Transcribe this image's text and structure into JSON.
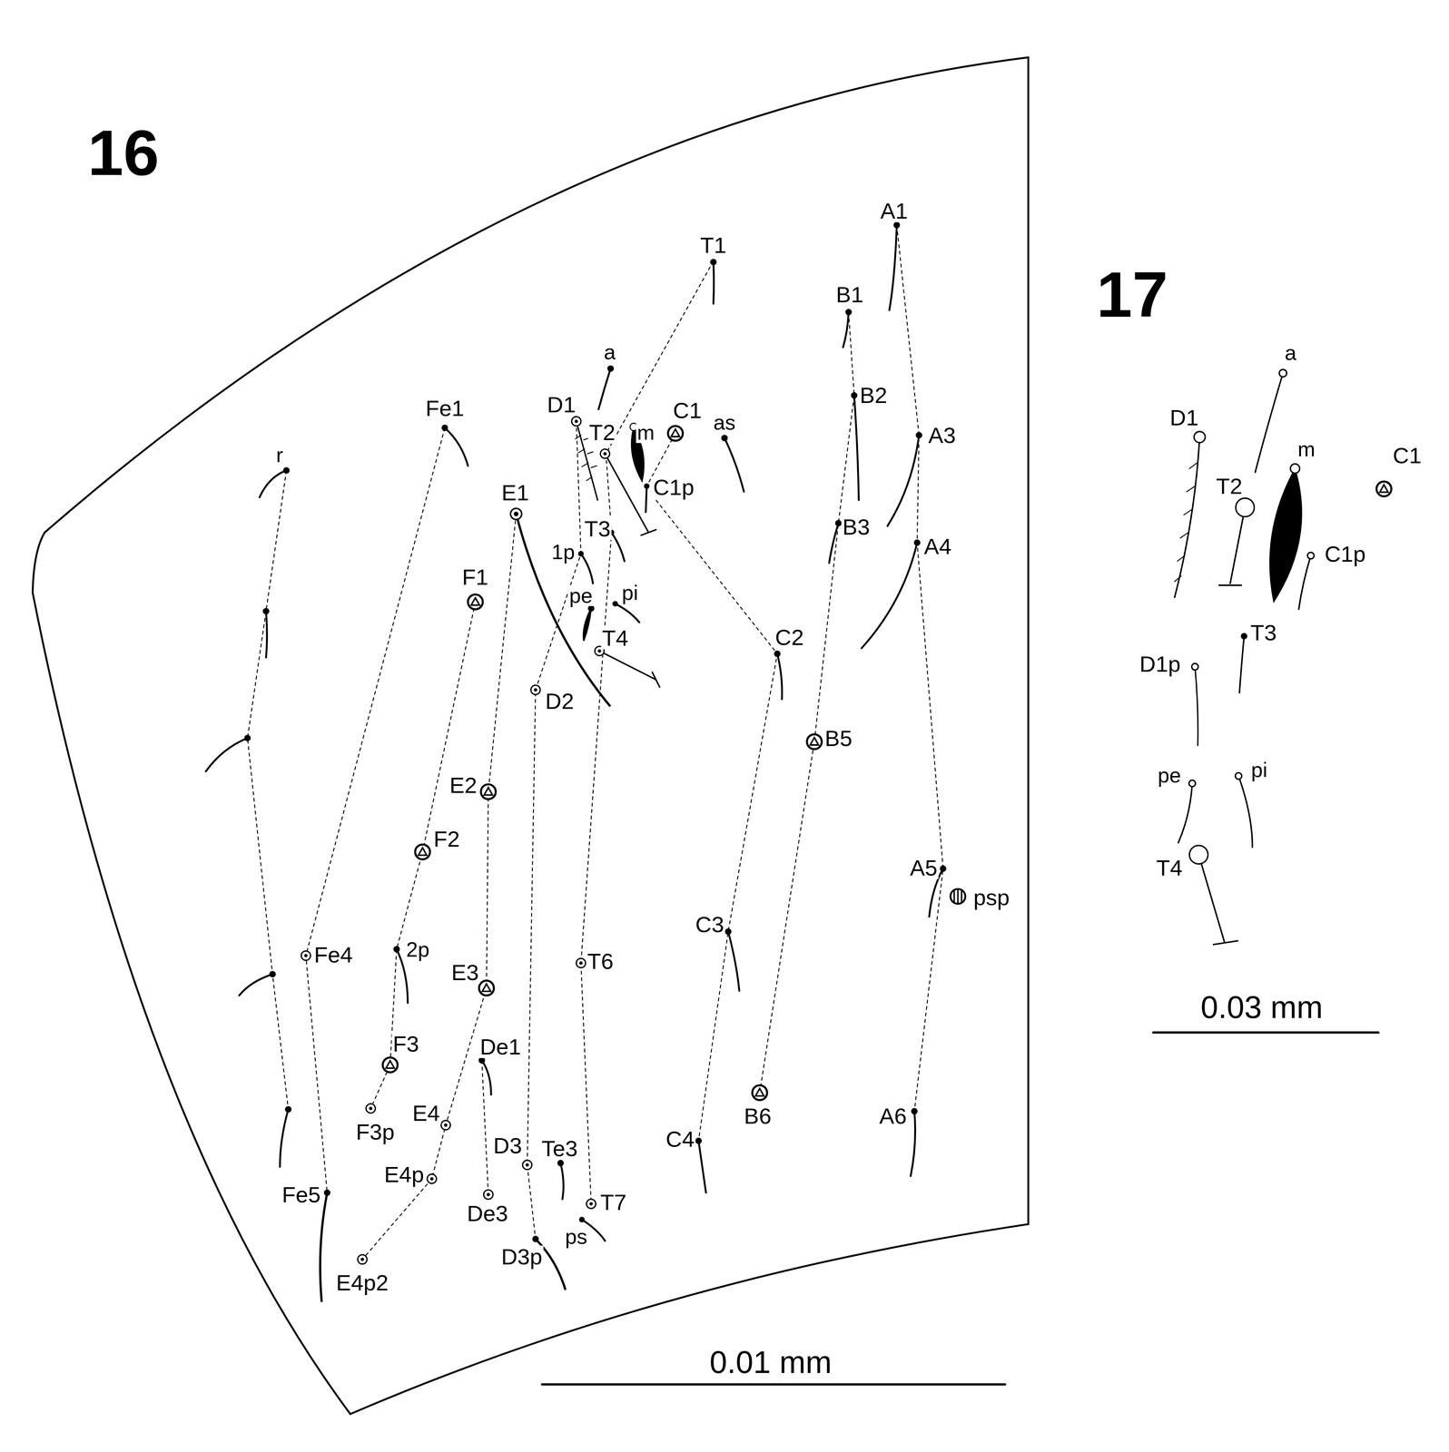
{
  "diagram": {
    "labels": [
      "16",
      "A1",
      "T1",
      "B1",
      "a",
      "Fe1",
      "D1",
      "m",
      "C1",
      "as",
      "T2",
      "B2",
      "A3",
      "r",
      "C1p",
      "E1",
      "T3",
      "B3",
      "A4",
      "1p",
      "F1",
      "pe",
      "pi",
      "T4",
      "C2",
      "D2",
      "B5",
      "E2",
      "F2",
      "A5",
      "psp",
      "Fe4",
      "2p",
      "T6",
      "C3",
      "E3",
      "F3",
      "De1",
      "E4",
      "F3p",
      "B6",
      "A6",
      "C4",
      "D3",
      "Te3",
      "E4p",
      "Fe5",
      "T7",
      "De3",
      "ps",
      "D3p",
      "E4p2",
      "0.01 mm",
      "17",
      "a",
      "D1",
      "m",
      "C1",
      "T2",
      "C1p",
      "T3",
      "D1p",
      "pe",
      "pi",
      "T4",
      "0.03 mm"
    ]
  }
}
